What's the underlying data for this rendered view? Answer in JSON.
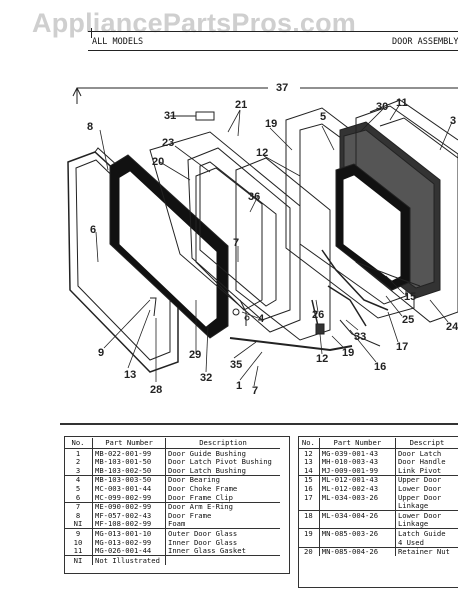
{
  "watermark": "AppliancePartsPros.com",
  "header": {
    "left": "ALL MODELS",
    "right": "DOOR ASSEMBLY"
  },
  "callouts": [
    "37",
    "31",
    "21",
    "8",
    "23",
    "20",
    "36",
    "6",
    "30",
    "11",
    "3",
    "5",
    "19",
    "12",
    "7",
    "4",
    "9",
    "13",
    "28",
    "29",
    "32",
    "35",
    "1",
    "7",
    "26",
    "12",
    "19",
    "16",
    "33",
    "17",
    "25",
    "15",
    "24"
  ],
  "table_left": {
    "headers": [
      "No.",
      "Part Number",
      "Description"
    ],
    "rows": [
      [
        "1",
        "MB-022-001-99",
        "Door Guide Bushing"
      ],
      [
        "2",
        "MB-103-001-50",
        "Door Latch Pivot Bushing"
      ],
      [
        "3",
        "MB-103-002-50",
        "Door Latch Bushing"
      ],
      [
        "4",
        "MB-103-003-50",
        "Door Bearing"
      ],
      [
        "5",
        "MC-003-001-44",
        "Door Choke Frame"
      ],
      [
        "6",
        "MC-099-002-99",
        "Door Frame Clip"
      ],
      [
        "7",
        "ME-090-002-99",
        "Door Arm E-Ring"
      ],
      [
        "8",
        "MF-057-002-43",
        "Door Frame"
      ],
      [
        "NI",
        "MF-108-002-99",
        "Foam"
      ],
      [
        "9",
        "MG-013-001-10",
        "Outer Door Glass"
      ],
      [
        "10",
        "MG-013-002-99",
        "Inner Door Glass"
      ],
      [
        "11",
        "MG-026-001-44",
        "Inner Glass Gasket"
      ],
      [
        "NI",
        "Not Illustrated",
        ""
      ]
    ]
  },
  "table_right": {
    "headers": [
      "No.",
      "Part Number",
      "Descript"
    ],
    "rows": [
      [
        "12",
        "MG-039-001-43",
        "Door Latch"
      ],
      [
        "13",
        "MH-010-003-43",
        "Door Handle"
      ],
      [
        "14",
        "MJ-009-001-99",
        "Link Pivot"
      ],
      [
        "15",
        "ML-012-001-43",
        "Upper Door"
      ],
      [
        "16",
        "ML-012-002-43",
        "Lower Door"
      ],
      [
        "17",
        "ML-034-003-26",
        "Upper Door"
      ],
      [
        "",
        "",
        "Linkage"
      ],
      [
        "18",
        "ML-034-004-26",
        "Lower Door"
      ],
      [
        "",
        "",
        "Linkage"
      ],
      [
        "19",
        "MN-085-003-26",
        "Latch Guide"
      ],
      [
        "",
        "",
        "4 Used"
      ],
      [
        "20",
        "MN-085-004-26",
        "Retainer Nut"
      ]
    ]
  }
}
